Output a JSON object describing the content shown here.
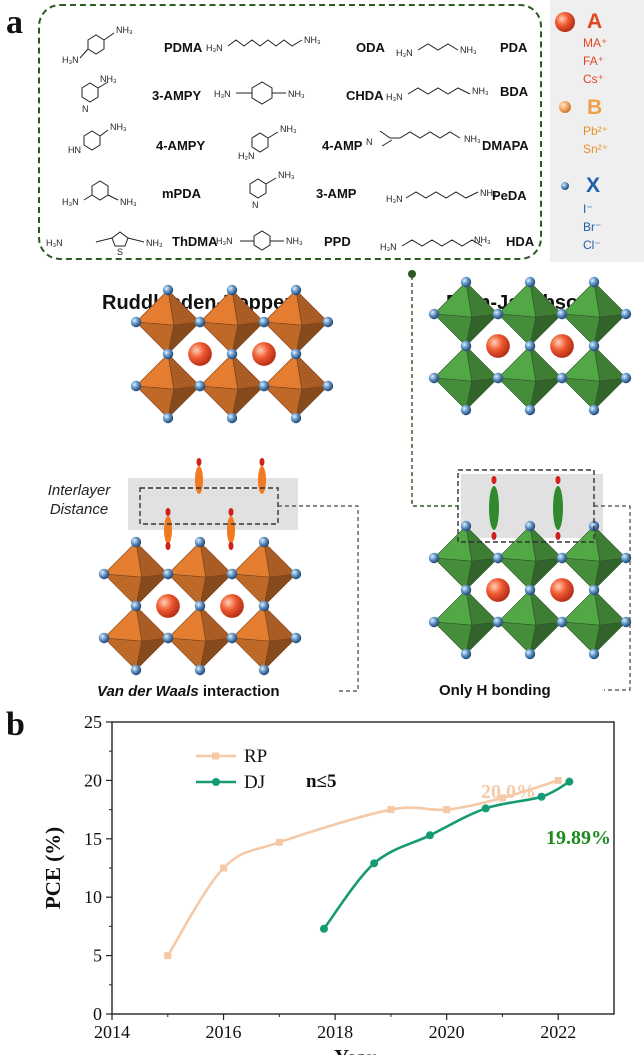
{
  "panel_a": {
    "label": "a",
    "molecules": [
      {
        "name": "PDMA",
        "formula": "H3N+ –C6H4– +NH3"
      },
      {
        "name": "ODA",
        "formula": "H3N+ (CH2)8 +NH3"
      },
      {
        "name": "PDA",
        "formula": "H3N+ (CH2)3 +NH3"
      },
      {
        "name": "3-AMPY",
        "formula": "pyridinium-3-CH2NH3+"
      },
      {
        "name": "CHDA",
        "formula": "H3N+ C6H10 +NH3"
      },
      {
        "name": "BDA",
        "formula": "H3N+ (CH2)4 +NH3"
      },
      {
        "name": "4-AMPY",
        "formula": "pyridinium-4-CH2NH3+"
      },
      {
        "name": "4-AMP",
        "formula": "piperidinium-4-CH2NH3+"
      },
      {
        "name": "DMAPA",
        "formula": "(CH3)2NH+ (CH2)3 +NH3"
      },
      {
        "name": "mPDA",
        "formula": "H3N+ C6H4 +NH3 (meta)"
      },
      {
        "name": "3-AMP",
        "formula": "piperidinium-3-CH2NH3+"
      },
      {
        "name": "PeDA",
        "formula": "H3N+ (CH2)5 +NH3"
      },
      {
        "name": "ThDMA",
        "formula": "H3N+ CH2–thiophene–CH2 +NH3"
      },
      {
        "name": "PPD",
        "formula": "H3N+ C6H4 +NH3 (para)"
      },
      {
        "name": "HDA",
        "formula": "H3N+ (CH2)6 +NH3"
      }
    ],
    "ion_legend": {
      "A": {
        "letter": "A",
        "lines": [
          "MA⁺",
          "FA⁺",
          "Cs⁺"
        ],
        "color": "#e0451f"
      },
      "B": {
        "letter": "B",
        "lines": [
          "Pb²⁺",
          "Sn²⁺"
        ],
        "color": "#f0a04a"
      },
      "X": {
        "letter": "X",
        "lines": [
          "I⁻",
          "Br⁻",
          "Cl⁻"
        ],
        "color": "#1f5fa8"
      }
    },
    "rp_title": "Ruddlesden-Popper",
    "dj_title": "Dion-Jacobson",
    "interlayer_label_1": "Interlayer",
    "interlayer_label_2": "Distance",
    "rp_interaction_italic": "Van der Waals",
    "rp_interaction_rest": " interaction",
    "dj_interaction": "Only H bonding",
    "colors": {
      "rp_octahedra": "#d9772e",
      "dj_octahedra": "#4fa043",
      "frame": "#2d5a23",
      "a_cation": "#e84a24",
      "x_anion": "#4a7fb0"
    }
  },
  "panel_b": {
    "label": "b",
    "annotation_n": "n≤5",
    "rp_value_label": "20.0%",
    "dj_value_label": "19.89%",
    "colors": {
      "RP": "#f5c9a6",
      "DJ": "#159a73",
      "dj_label": "#1c8a1c"
    }
  },
  "chart_data": {
    "type": "line",
    "xlabel": "Year",
    "ylabel": "PCE (%)",
    "xlim": [
      2014,
      2023
    ],
    "ylim": [
      0,
      25
    ],
    "xticks": [
      "2014",
      "2016",
      "2018",
      "2020",
      "2022"
    ],
    "yticks": [
      "0",
      "5",
      "10",
      "15",
      "20",
      "25"
    ],
    "grid": false,
    "legend_position": "top-left",
    "series": [
      {
        "name": "RP",
        "x": [
          2015,
          2016,
          2017,
          2019,
          2020,
          2021,
          2022
        ],
        "y": [
          5.0,
          12.5,
          14.7,
          17.5,
          17.5,
          18.5,
          20.0
        ]
      },
      {
        "name": "DJ",
        "x": [
          2017.8,
          2018.7,
          2019.7,
          2020.7,
          2021.7,
          2022.2
        ],
        "y": [
          7.3,
          12.9,
          15.3,
          17.6,
          18.6,
          19.89
        ]
      }
    ]
  }
}
